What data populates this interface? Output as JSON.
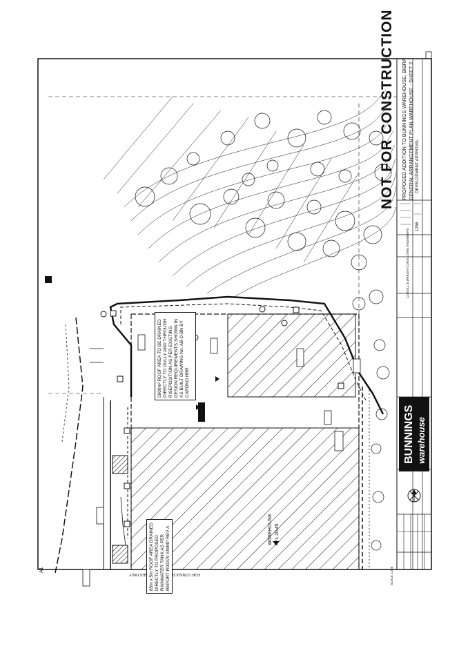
{
  "drawing": {
    "stamp": "NOT FOR CONSTRUCTION",
    "project_title": "PROPOSED ADDITION TO BUNNINGS WAREHOUSE, BIBRA",
    "sheet_title": "GENERAL ARRANGEMENT PLAN WAREHOUSE - SHEET 2",
    "status": "DEVELOPMENT APPROVAL",
    "sheet_size": "A1",
    "footer_note": "FOR CONSULTATION PURPOSES ONLY",
    "scale_label": "SCALE 1:250",
    "drawing_no": "1256"
  },
  "brand": {
    "name_line1": "BUNNINGS",
    "name_line2": "warehouse",
    "consultant": "COSSILL & WEBLEY CONSULTING ENGINEERS"
  },
  "notes": {
    "roof_to_stormwater": "5900m² ROOF AREA TO BE DRAINED DIRECTLY TO GULLY AND THROUGH RISEPOSITION AS PER EXISTING DESIGN REQUIREMENTS SHOWN IN AS BUILT DRAWING No. AB-D-BN BY CARDNO HBR",
    "roof_to_tank": "85m x 5m ROOF AREA DRAINED DIRECTLY TO PROPOSED RAINWATER TANK AS PER REPORT R00379 SWMP REV A",
    "warehouse_label": "WAREHOUSE",
    "warehouse_ffl": "FFL 20.45"
  },
  "colors": {
    "ink": "#111111",
    "paper": "#ffffff",
    "brand_bg": "#111111"
  }
}
